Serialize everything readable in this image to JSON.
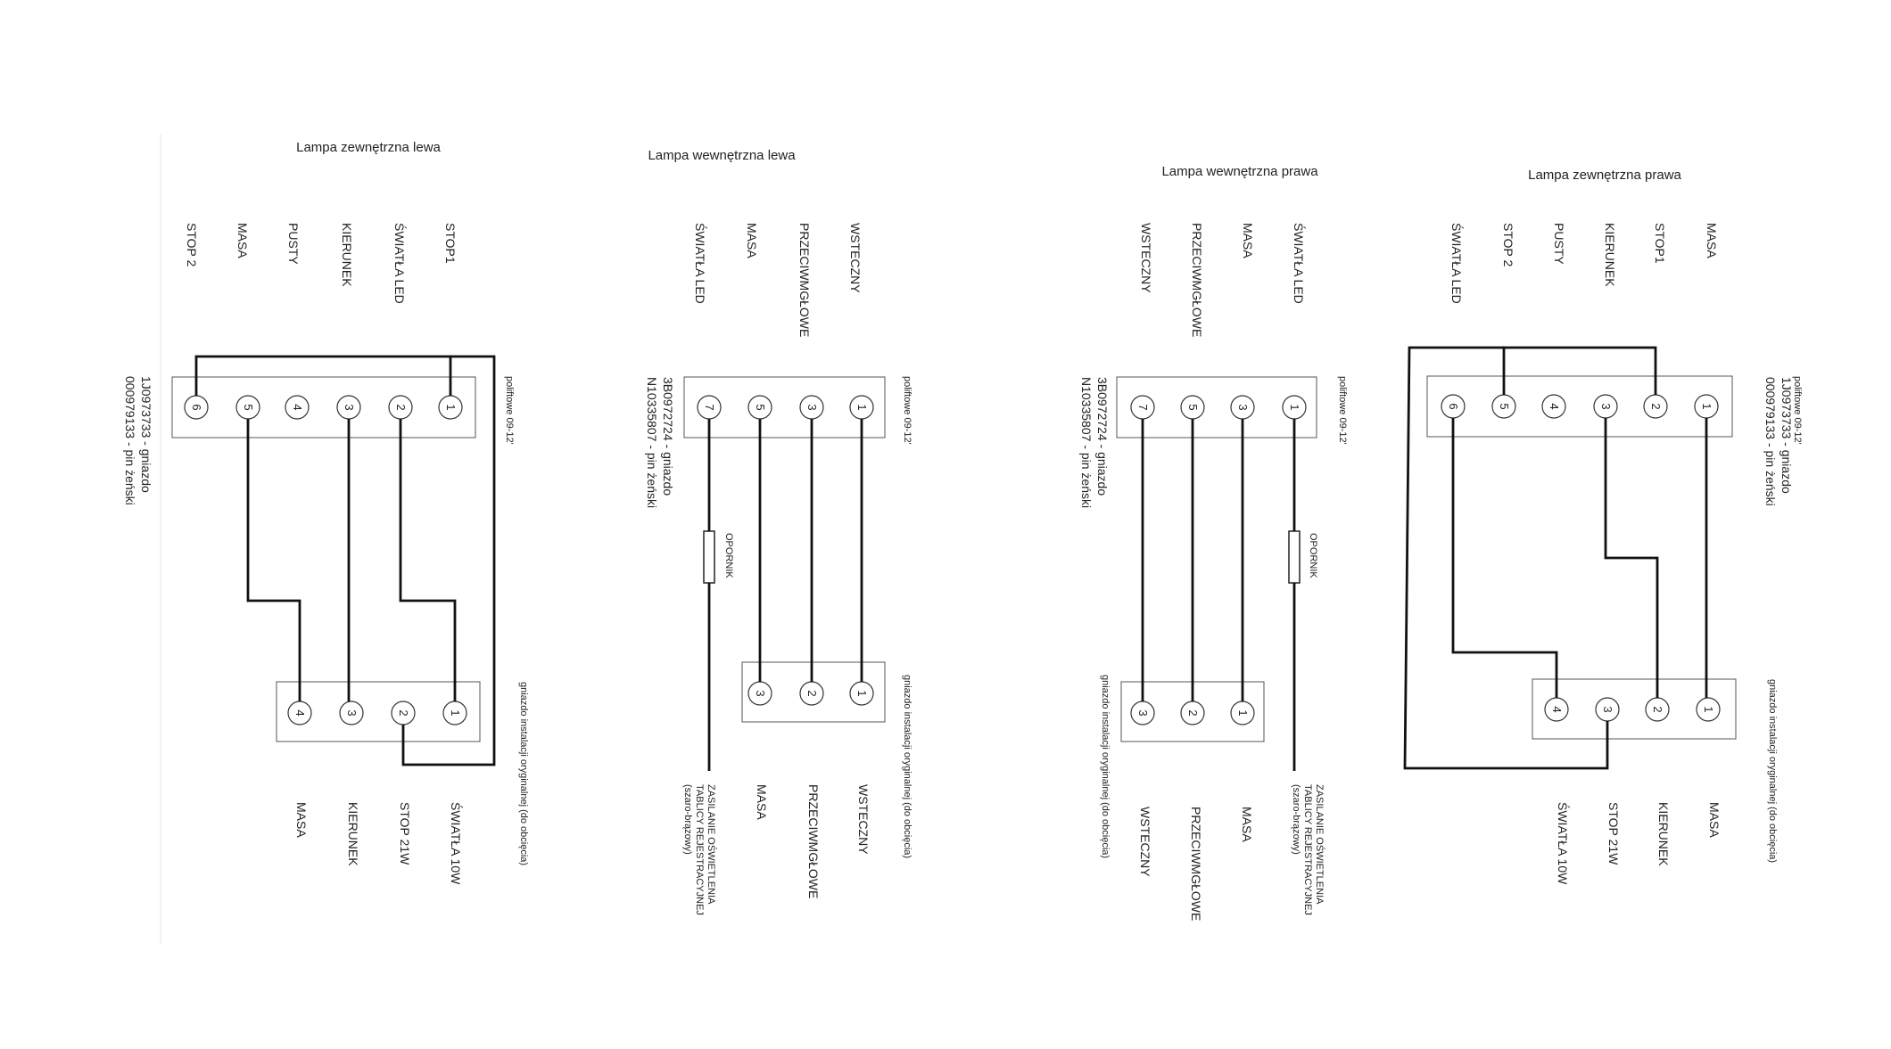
{
  "lamps": {
    "outer_left": {
      "title": "Lampa zewnętrzna lewa",
      "top_labels": [
        "STOP 2",
        "MASA",
        "PUSTY",
        "KIERUNEK",
        "ŚWIATŁA LED",
        "STOP1"
      ],
      "top_pins": [
        "6",
        "5",
        "4",
        "3",
        "2",
        "1"
      ],
      "top_note": "poliftowe 09-12'",
      "part_number": [
        "1J0973733 - gniazdo",
        "000979133 - pin żeński"
      ],
      "bottom_pins": [
        "4",
        "3",
        "2",
        "1"
      ],
      "bottom_note": "gniazdo instalacji oryginalnej (do obcięcia)",
      "bottom_labels": [
        "MASA",
        "KIERUNEK",
        "STOP 21W",
        "ŚWIATŁA 10W"
      ]
    },
    "inner_left": {
      "title": "Lampa wewnętrzna lewa",
      "top_labels": [
        "ŚWIATŁA LED",
        "MASA",
        "PRZECIWMGŁOWE",
        "WSTECZNY"
      ],
      "top_pins": [
        "7",
        "5",
        "3",
        "1"
      ],
      "top_note": "poliftowe 09-12'",
      "part_number": [
        "3B0972724 - gniazdo",
        "N10335807 - pin żeński"
      ],
      "resistor_label": "OPORNIK",
      "bottom_pins": [
        "3",
        "2",
        "1"
      ],
      "bottom_note": "gniazdo instalacji oryginalnej (do obcięcia)",
      "bottom_labels": [
        "MASA",
        "PRZECIWMGŁOWE",
        "WSTECZNY"
      ],
      "supply_label": [
        "ZASILANIE OŚWIETLENIA",
        "TABLICY REJESTRACYJNEJ",
        "(szaro-brązowy)"
      ]
    },
    "inner_right": {
      "title": "Lampa wewnętrzna prawa",
      "top_labels": [
        "WSTECZNY",
        "PRZECIWMGŁOWE",
        "MASA",
        "ŚWIATŁA LED"
      ],
      "top_pins": [
        "7",
        "5",
        "3",
        "1"
      ],
      "top_note": "poliftowe 09-12'",
      "part_number": [
        "3B0972724 - gniazdo",
        "N10335807 - pin żeński"
      ],
      "resistor_label": "OPORNIK",
      "bottom_pins": [
        "3",
        "2",
        "1"
      ],
      "bottom_note": "gniazdo instalacji oryginalnej (do obcięcia)",
      "bottom_labels": [
        "WSTECZNY",
        "PRZECIWMGŁOWE",
        "MASA"
      ],
      "supply_label": [
        "ZASILANIE OŚWIETLENIA",
        "TABLICY REJESTRACYJNEJ",
        "(szaro-brązowy)"
      ]
    },
    "outer_right": {
      "title": "Lampa zewnętrzna prawa",
      "top_labels": [
        "ŚWIATŁA LED",
        "STOP 2",
        "PUSTY",
        "KIERUNEK",
        "STOP1",
        "MASA"
      ],
      "top_pins": [
        "6",
        "5",
        "4",
        "3",
        "2",
        "1"
      ],
      "top_note": "poliftowe 09-12'",
      "part_number": [
        "1J0973733 - gniazdo",
        "000979133 - pin żeński"
      ],
      "bottom_pins": [
        "4",
        "3",
        "2",
        "1"
      ],
      "bottom_note": "gniazdo instalacji oryginalnej (do obcięcia)",
      "bottom_labels": [
        "ŚWIATŁA 10W",
        "STOP 21W",
        "KIERUNEK",
        "MASA"
      ]
    }
  }
}
